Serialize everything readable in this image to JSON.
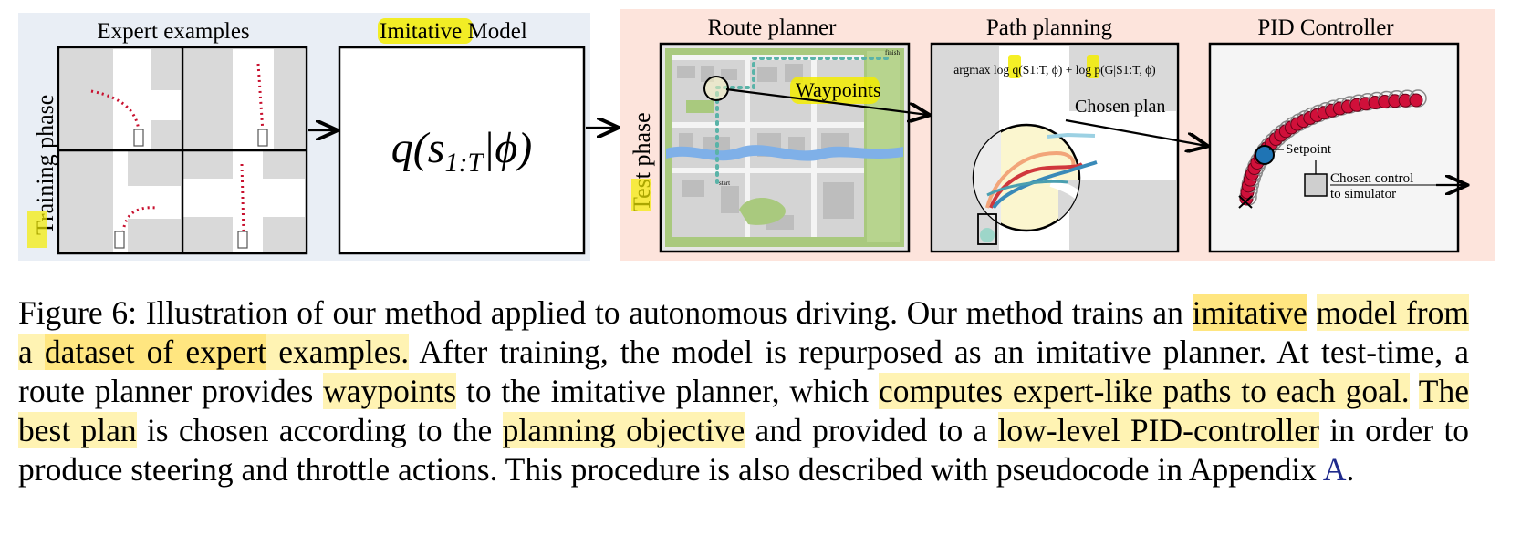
{
  "training": {
    "bg": "#e9eef5",
    "phase_label": "Training phase",
    "examples_title": "Expert examples",
    "model_title_highlight": "Imitative",
    "model_title_rest": " Model",
    "model_formula": "q(s1:T|ϕ)"
  },
  "test": {
    "bg": "#fde4dc",
    "phase_label": "Test phase",
    "route_title": "Route planner",
    "waypoints_label": "Waypoints",
    "map_finish_label": "finish",
    "map_start_label": "start",
    "path_title": "Path planning",
    "objective": "argmax log q(S1:T, ϕ) + log p(G|S1:T, ϕ)",
    "chosen_plan": "Chosen plan",
    "pid_title": "PID Controller",
    "setpoint": "Setpoint",
    "chosen_control_1": "Chosen control",
    "chosen_control_2": "to simulator"
  },
  "caption": {
    "s1": "Figure 6: Illustration of our method applied to autonomous driving. Our method trains an ",
    "s2": "imitative",
    "s3": "model from a ",
    "s4": "dataset of expert",
    "s5": " examples.",
    "s6": "  After training, the model is repurposed as an imitative planner. At test-time, a route planner provides ",
    "s7": "waypoints",
    "s8": " to the imitative planner, which ",
    "s9": "computes expert-like paths to each goal.",
    "s10": "  ",
    "s11": "The best plan",
    "s12": " is chosen according to the ",
    "s13": "planning objective",
    "s14": " and provided to a ",
    "s15": "low-level PID-controller",
    "s16": " in order to produce steering and throttle actions.  This procedure is also described with pseudocode in Appendix ",
    "s17": "A",
    "s18": "."
  }
}
